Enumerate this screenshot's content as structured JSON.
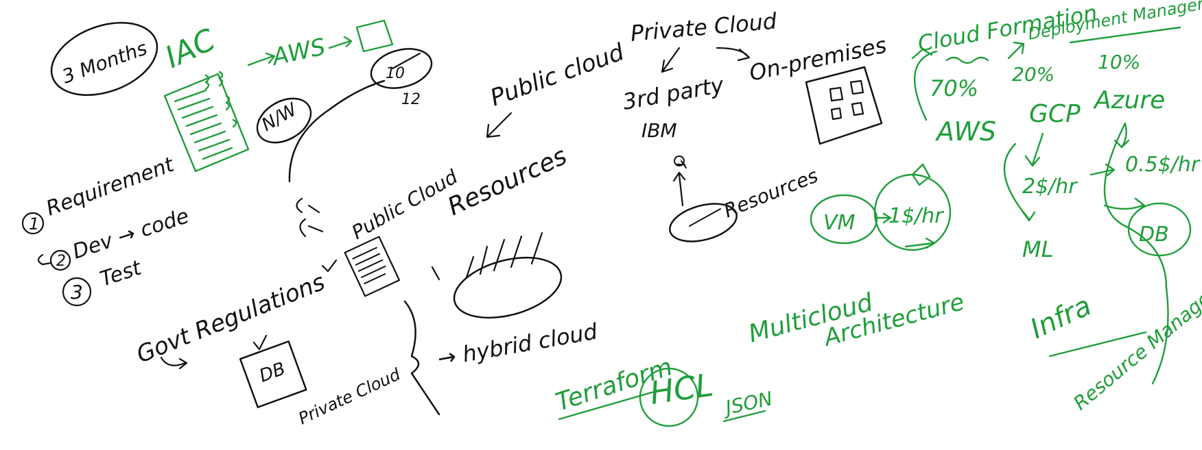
{
  "colors": {
    "ink_black": "#111111",
    "ink_green": "#1f9e3a",
    "background": "#ffffff"
  },
  "left": {
    "timeline": "3 Months",
    "iac": "IAC",
    "aws": "AWS",
    "network": "N/W",
    "n10": "10",
    "n12": "12",
    "steps": [
      {
        "num": "1",
        "text": "Requirement"
      },
      {
        "num": "2",
        "text": "Dev → code"
      },
      {
        "num": "3",
        "text": "Test"
      }
    ]
  },
  "middle": {
    "gov": "Govt Regulations",
    "public_cloud_small": "Public Cloud",
    "resources": "Resources",
    "public_cloud": "Public cloud",
    "private_cloud": "Private Cloud",
    "third_party": "3rd party",
    "ibm": "IBM",
    "on_premises": "On-premises",
    "resources2": "Resources",
    "db": "DB",
    "private_cloud_small": "Private Cloud",
    "hybrid": "→ hybrid cloud"
  },
  "right": {
    "cloudformation": "Cloud Formation",
    "deployment": "Deployment Manager",
    "p70": "70%",
    "p20": "20%",
    "p10": "10%",
    "aws": "AWS",
    "gcp": "GCP",
    "azure": "Azure",
    "vm": "VM",
    "price1": "1$/hr",
    "price2": "2$/hr",
    "price3": "0.5$/hr",
    "ml": "ML",
    "db": "DB",
    "terraform": "Terraform",
    "hcl": "HCL",
    "multicloud": "Multicloud",
    "architecture": "Architecture",
    "json": "JSON",
    "infra": "Infra",
    "resource_manager": "Resource Manager"
  }
}
